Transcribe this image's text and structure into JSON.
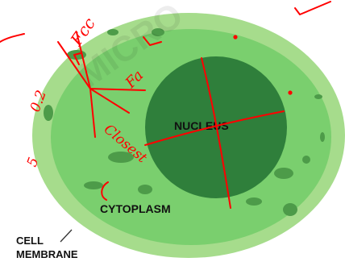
{
  "diagram": {
    "labels": {
      "nucleus": "NUCLEUS",
      "cytoplasm": "CYTOPLASM",
      "membrane_line1": "CELL",
      "membrane_line2": "MEMBRANE"
    },
    "watermark": "MICRO",
    "colors": {
      "membrane": "#a6dc8c",
      "cytoplasm": "#7acf6e",
      "nucleus": "#2f7f3b",
      "organelle": "#4d9b49",
      "ink": "#ff0000"
    }
  },
  "annotations": {
    "handwriting": [
      "Fcc",
      "Fa",
      "Closest",
      "0.2",
      "5"
    ]
  }
}
